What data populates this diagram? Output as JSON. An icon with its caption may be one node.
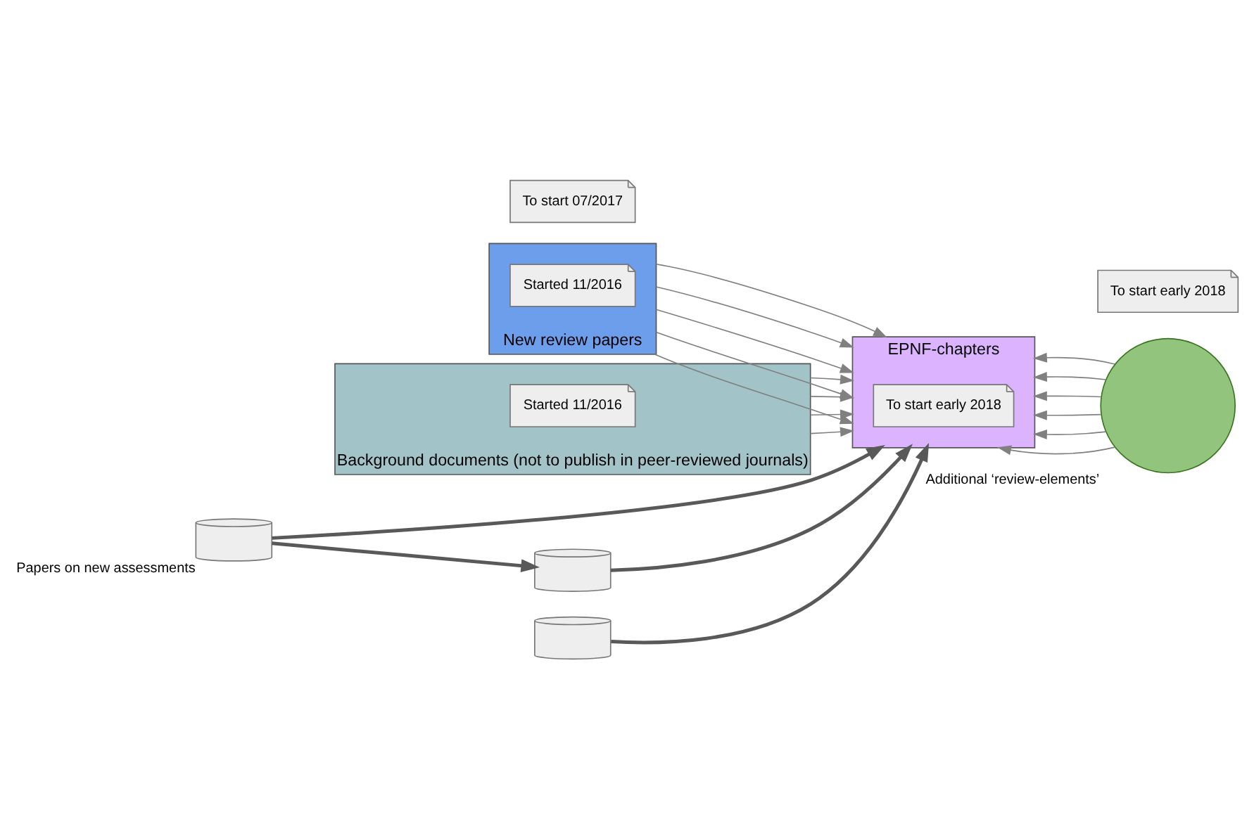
{
  "diagram": {
    "nodes": [
      {
        "text": [
          "New review papers"
        ]
      },
      {
        "text": [
          "Started 11/2016"
        ],
        "in": 0
      },
      {
        "text": [
          "EPNF-chapters"
        ]
      },
      {
        "text": [
          "To start early 2018"
        ],
        "in": 2
      },
      {
        "text": [
          "Additional ‘review-elements’"
        ]
      },
      {
        "text": [
          "To start early 2018"
        ]
      },
      {
        "text": [
          "Background documents (not to publish in peer-reviewed journals)"
        ]
      },
      {
        "text": [
          "Started 11/2016"
        ],
        "in": 6
      },
      {
        "text": [],
        "shape": "cylinder"
      },
      {
        "text": [],
        "shape": "cylinder"
      },
      {
        "text": [],
        "shape": "cylinder",
        "beside": [
          "Papers on new assessments"
        ]
      },
      {
        "text": [
          "To start 07/2017"
        ]
      }
    ],
    "edges": [
      {
        "from": 0,
        "to": 2,
        "arrow": "to"
      },
      {
        "from": 0,
        "to": 2,
        "arrow": "to"
      },
      {
        "from": 0,
        "to": 2,
        "arrow": "to"
      },
      {
        "from": 0,
        "to": 2,
        "arrow": "to"
      },
      {
        "from": 0,
        "to": 2,
        "arrow": "to"
      },
      {
        "from": 6,
        "to": 2,
        "arrow": "to"
      },
      {
        "from": 6,
        "to": 2,
        "arrow": "to"
      },
      {
        "from": 6,
        "to": 2,
        "arrow": "to"
      },
      {
        "from": 6,
        "to": 2,
        "arrow": "to"
      },
      {
        "from": 4,
        "to": 2,
        "arrow": "to"
      },
      {
        "from": 4,
        "to": 2,
        "arrow": "to"
      },
      {
        "from": 4,
        "to": 2,
        "arrow": "to"
      },
      {
        "from": 4,
        "to": 2,
        "arrow": "to"
      },
      {
        "from": 4,
        "to": 2,
        "arrow": "to"
      },
      {
        "from": 4,
        "to": 2,
        "arrow": "to"
      },
      {
        "from": 8,
        "to": 2,
        "arrow": "to",
        "style": "thick",
        "color": "#595959"
      },
      {
        "from": 10,
        "to": 2,
        "arrow": "to",
        "style": "thick",
        "color": "#595959"
      },
      {
        "from": 9,
        "to": 2,
        "arrow": "to",
        "style": "thick",
        "color": "#595959"
      },
      {
        "from": 10,
        "to": 8,
        "arrow": "to",
        "style": "thick",
        "color": "#595959"
      }
    ]
  }
}
